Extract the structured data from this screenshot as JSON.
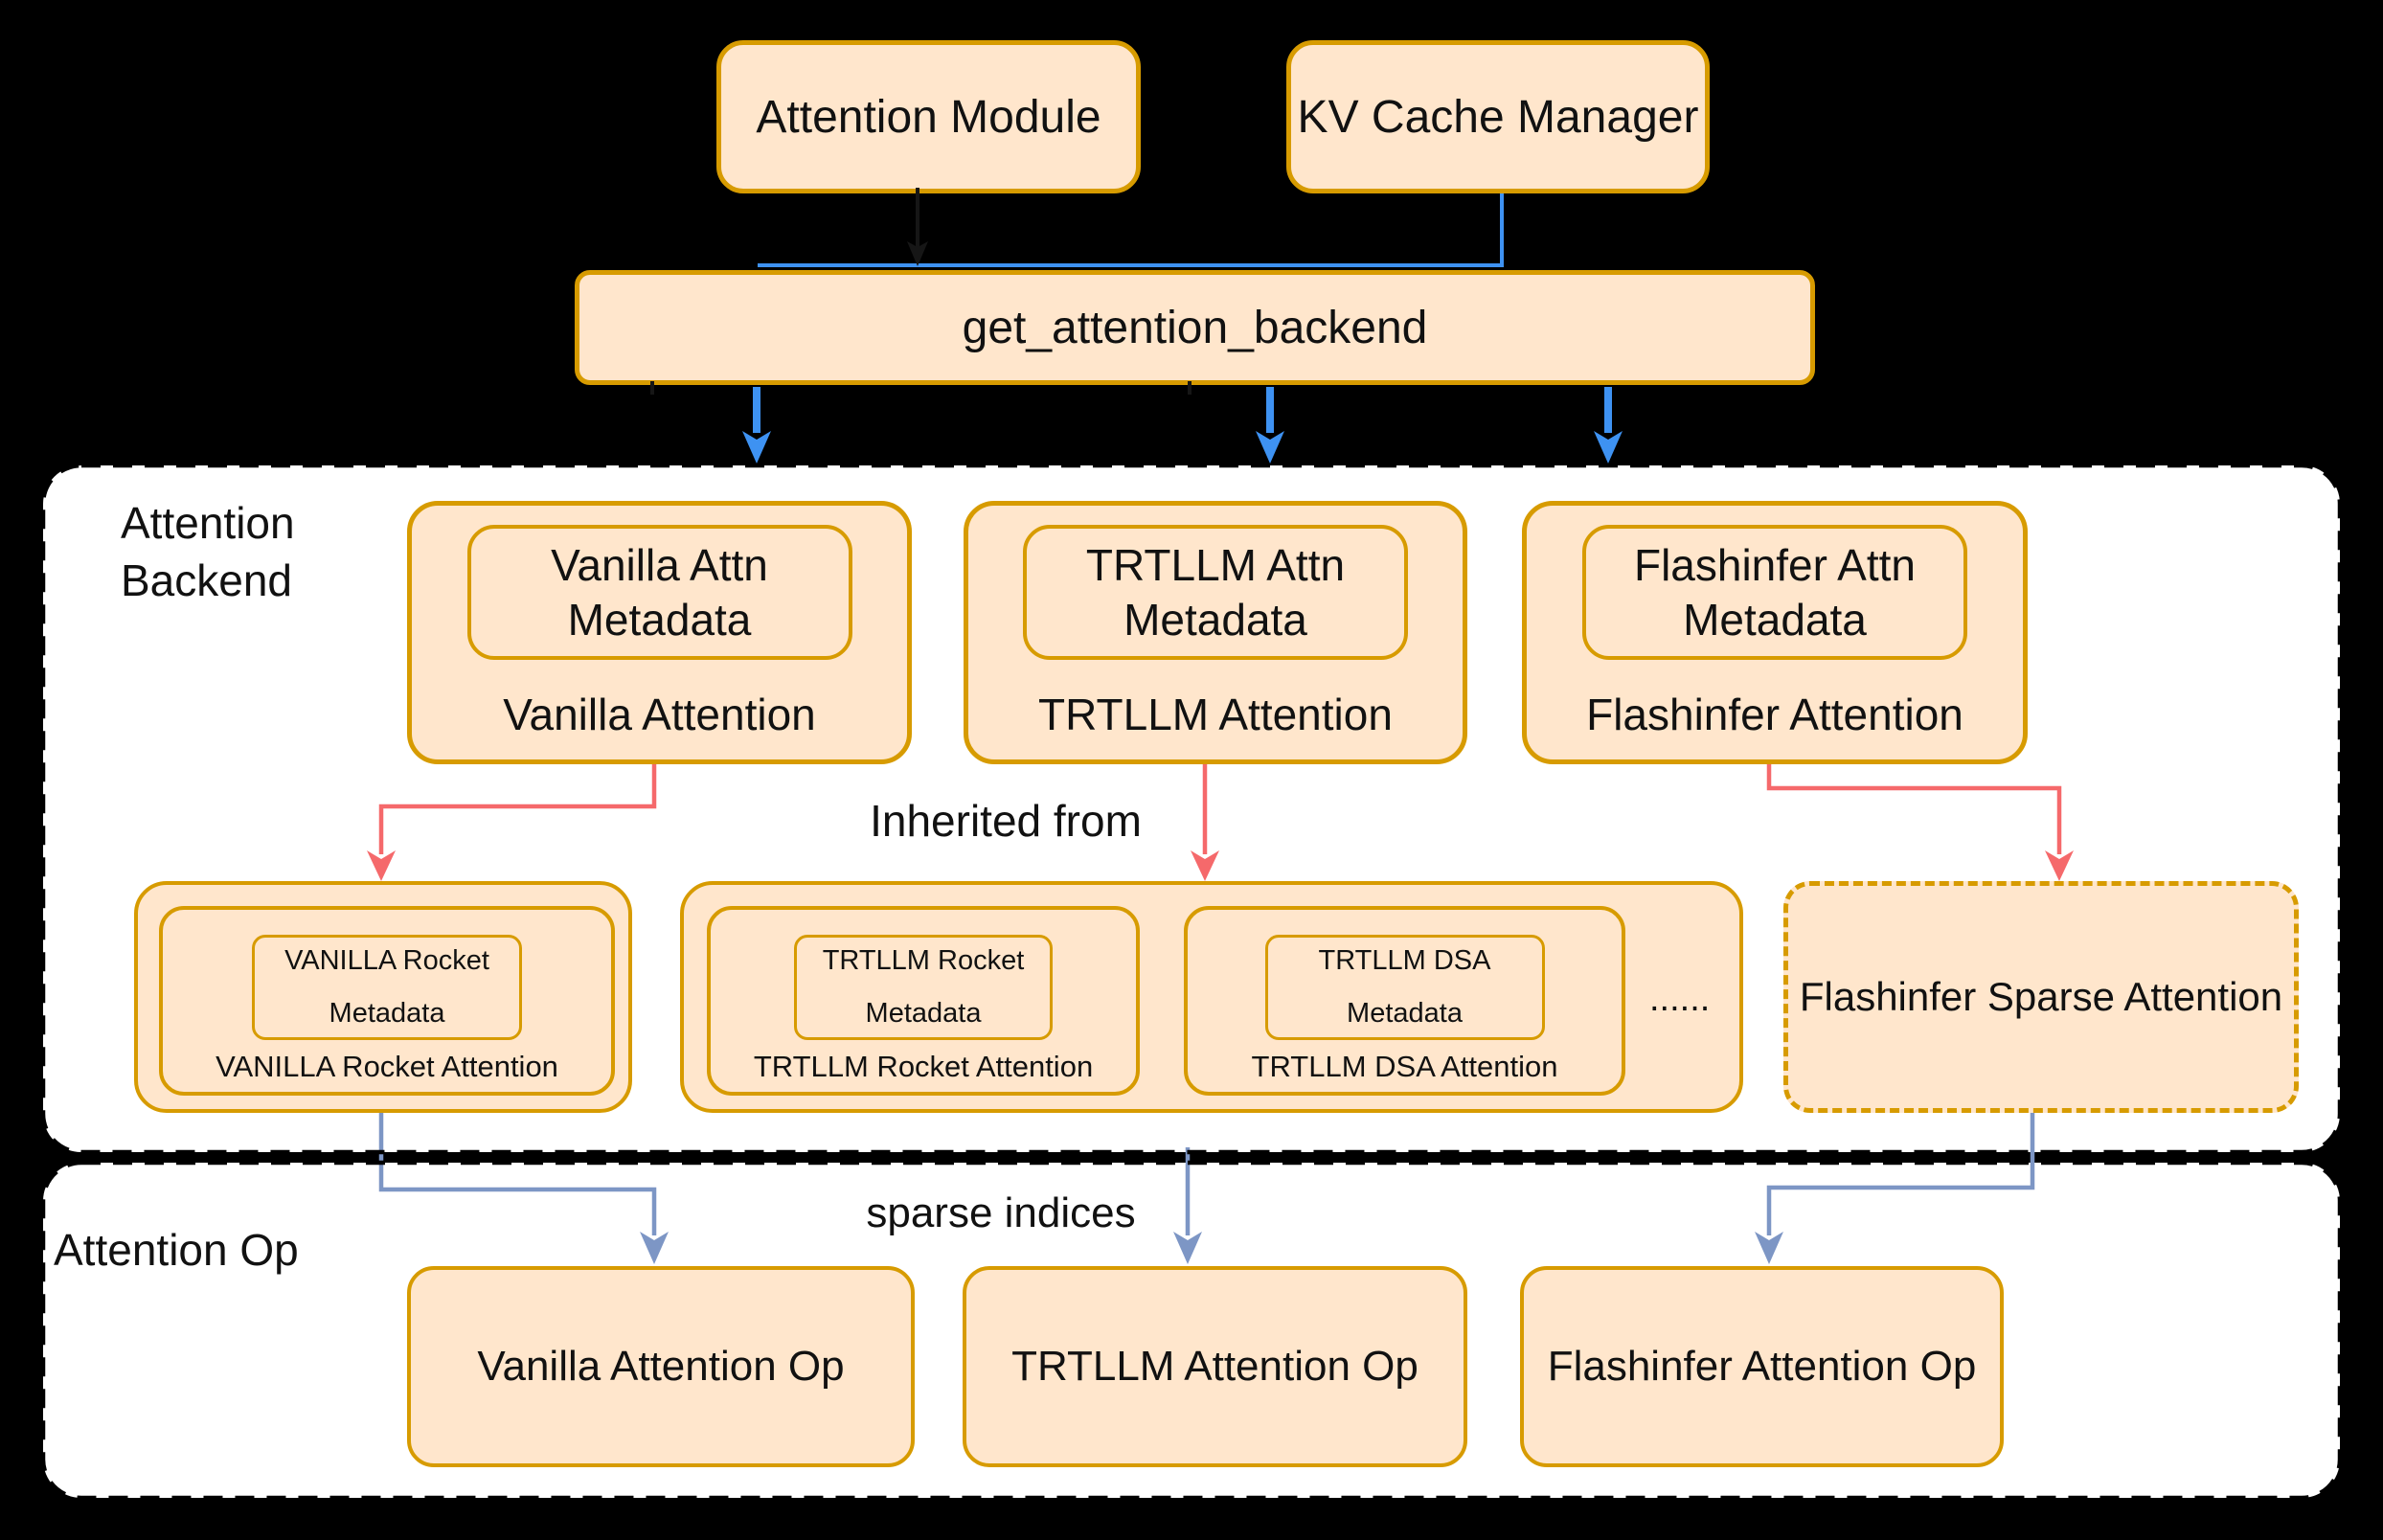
{
  "diagram": {
    "colors": {
      "box_fill": "#FFE6CC",
      "box_stroke": "#D79B00",
      "arrow_blue": "#3E92F2",
      "arrow_steel": "#7D96C5",
      "arrow_red": "#F5696B",
      "panel_fill": "#FFFFFF",
      "panel_dash": "#000000"
    },
    "top": {
      "attention_module": "Attention Module",
      "kv_cache_manager": "KV Cache Manager",
      "get_attention_backend": "get_attention_backend"
    },
    "backend": {
      "label_line1": "Attention",
      "label_line2": "Backend",
      "inherited_label": "Inherited from",
      "items": [
        {
          "meta_line1": "Vanilla Attn",
          "meta_line2": "Metadata",
          "label": "Vanilla Attention"
        },
        {
          "meta_line1": "TRTLLM Attn",
          "meta_line2": "Metadata",
          "label": "TRTLLM Attention"
        },
        {
          "meta_line1": "Flashinfer Attn",
          "meta_line2": "Metadata",
          "label": "Flashinfer Attention"
        }
      ],
      "derived": {
        "vanilla_rocket": {
          "meta_line1": "VANILLA Rocket",
          "meta_line2": "Metadata",
          "label": "VANILLA Rocket Attention"
        },
        "trtllm_rocket": {
          "meta_line1": "TRTLLM Rocket",
          "meta_line2": "Metadata",
          "label": "TRTLLM Rocket Attention"
        },
        "trtllm_dsa": {
          "meta_line1": "TRTLLM DSA",
          "meta_line2": "Metadata",
          "label": "TRTLLM DSA Attention"
        },
        "ellipsis": "......",
        "flashinfer_sparse": "Flashinfer Sparse Attention"
      }
    },
    "ops": {
      "label": "Attention Op",
      "sparse_indices_label": "sparse indices",
      "items": [
        "Vanilla Attention Op",
        "TRTLLM Attention Op",
        "Flashinfer Attention Op"
      ]
    }
  }
}
